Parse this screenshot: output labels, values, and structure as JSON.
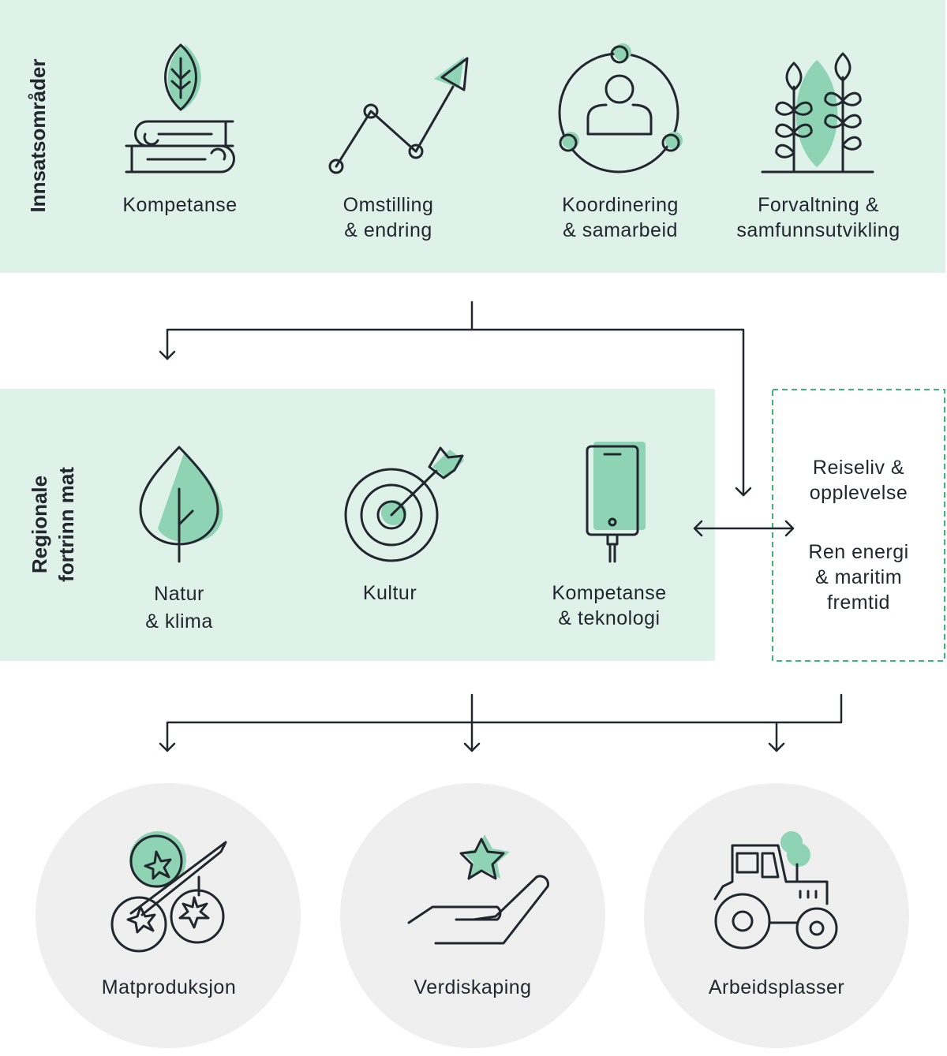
{
  "colors": {
    "panel": "#dff2ea",
    "accent": "#8dd3b4",
    "stroke": "#22272e",
    "dashed": "#3db37a",
    "circle": "#efefef"
  },
  "top_section": {
    "title": "Innsatsområder",
    "items": [
      {
        "icon": "books-leaf-icon",
        "lines": [
          "Kompetanse"
        ]
      },
      {
        "icon": "trend-arrow-icon",
        "lines": [
          "Omstilling",
          "& endring"
        ]
      },
      {
        "icon": "network-person-icon",
        "lines": [
          "Koordinering",
          "& samarbeid"
        ]
      },
      {
        "icon": "plants-icon",
        "lines": [
          "Forvaltning &",
          "samfunnsutvikling"
        ]
      }
    ]
  },
  "middle_section": {
    "title_lines": [
      "Regionale",
      "fortrinn mat"
    ],
    "items": [
      {
        "icon": "leaf-icon",
        "lines": [
          "Natur",
          "& klima"
        ]
      },
      {
        "icon": "target-icon",
        "lines": [
          "Kultur"
        ]
      },
      {
        "icon": "phone-icon",
        "lines": [
          "Kompetanse",
          "& teknologi"
        ]
      }
    ]
  },
  "side_box": {
    "groups": [
      {
        "lines": [
          "Reiseliv &",
          "opplevelse"
        ]
      },
      {
        "lines": [
          "Ren energi",
          "& maritim",
          "fremtid"
        ]
      }
    ]
  },
  "outcomes": [
    {
      "icon": "tomato-icon",
      "label": "Matproduksjon"
    },
    {
      "icon": "hand-star-icon",
      "label": "Verdiskaping"
    },
    {
      "icon": "tractor-icon",
      "label": "Arbeidsplasser"
    }
  ]
}
